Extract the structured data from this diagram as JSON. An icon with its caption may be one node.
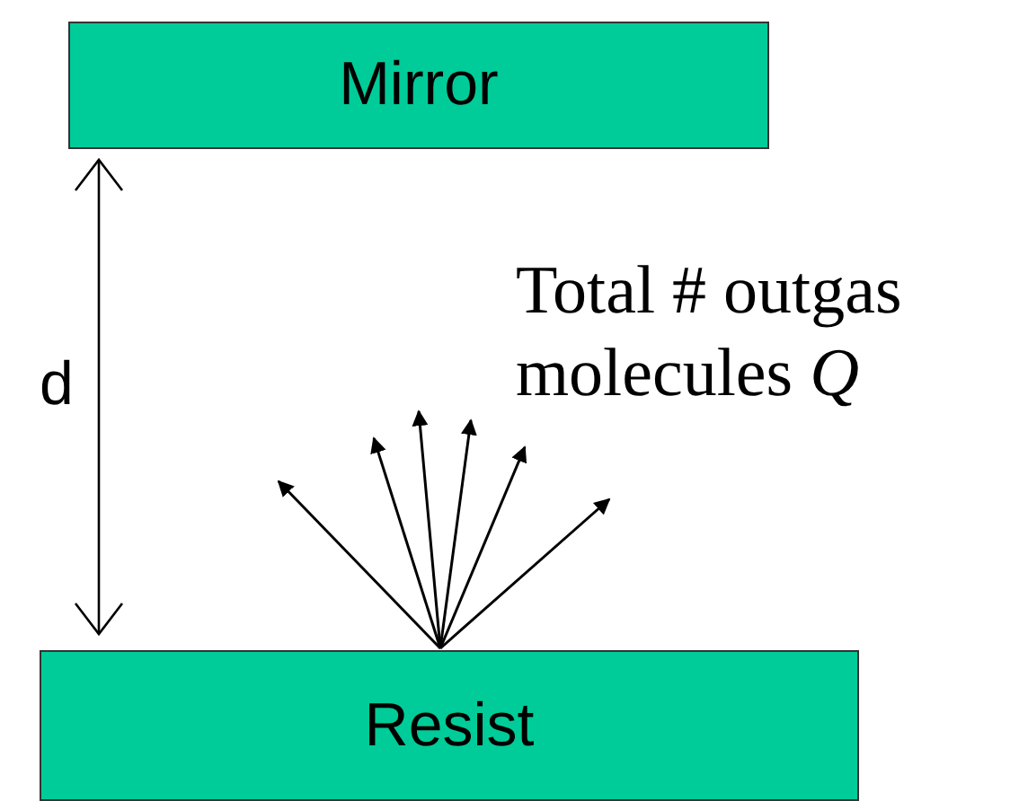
{
  "diagram": {
    "nodes": [
      {
        "text": [
          "Mirror"
        ]
      },
      {
        "text": [
          "Resist"
        ]
      }
    ],
    "edges": [
      {
        "from": 1,
        "to": null,
        "arrow": "to"
      },
      {
        "from": 1,
        "to": null,
        "arrow": "to"
      },
      {
        "from": 1,
        "to": null,
        "arrow": "to"
      },
      {
        "from": 1,
        "to": null,
        "arrow": "to"
      },
      {
        "from": 1,
        "to": null,
        "arrow": "to"
      },
      {
        "from": 1,
        "to": null,
        "arrow": "to"
      }
    ],
    "labels": [
      "d",
      "Total # outgas molecules *Q*"
    ]
  }
}
